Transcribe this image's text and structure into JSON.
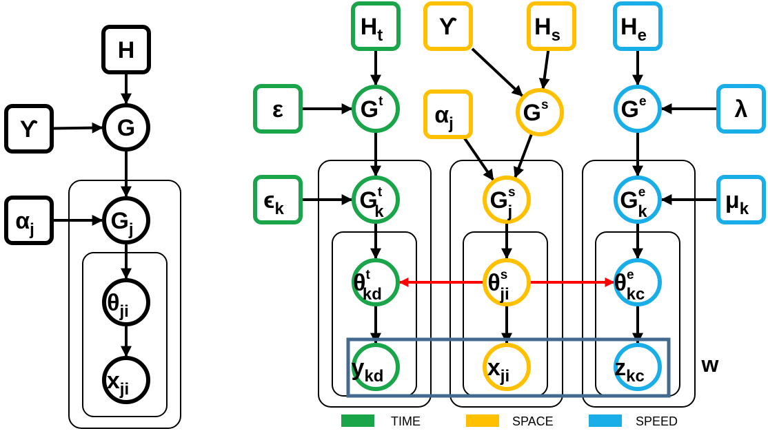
{
  "colors": {
    "time": "#1aa54a",
    "space": "#ffc000",
    "speed": "#1aaee8",
    "black": "#000000",
    "arrow_red": "#ff0000",
    "highlight_box": "#44698f"
  },
  "left_model": {
    "H": {
      "base": "H"
    },
    "gamma": {
      "base": "ϒ"
    },
    "G": {
      "base": "G"
    },
    "alpha_j": {
      "base": "α",
      "sub": "j"
    },
    "G_j": {
      "base": "G",
      "sub": "j"
    },
    "theta_ji": {
      "base": "θ",
      "sub": "ji"
    },
    "x_ji": {
      "base": "x",
      "sub": "ji"
    }
  },
  "right_model": {
    "H_t": {
      "base": "H",
      "sub": "t"
    },
    "gamma": {
      "base": "ϒ"
    },
    "H_s": {
      "base": "H",
      "sub": "s"
    },
    "H_e": {
      "base": "H",
      "sub": "e"
    },
    "epsilon": {
      "base": "ε"
    },
    "G_t": {
      "base": "G",
      "sup": "t"
    },
    "alpha_j": {
      "base": "α",
      "sub": "j"
    },
    "G_s": {
      "base": "G",
      "sup": "s"
    },
    "G_e": {
      "base": "G",
      "sup": "e"
    },
    "lambda": {
      "base": "λ"
    },
    "epsilon_k": {
      "base": "ϵ",
      "sub": "k"
    },
    "G_t_k": {
      "base": "G",
      "sup": "t",
      "sub": "k"
    },
    "G_s_j": {
      "base": "G",
      "sup": "s",
      "sub": "j"
    },
    "G_e_k": {
      "base": "G",
      "sup": "e",
      "sub": "k"
    },
    "mu_k": {
      "base": "μ",
      "sub": "k"
    },
    "theta_t_kd": {
      "base": "θ",
      "sup": "t",
      "sub": "kd"
    },
    "theta_s_ji": {
      "base": "θ",
      "sup": "s",
      "sub": "ji"
    },
    "theta_e_kc": {
      "base": "θ",
      "sup": "e",
      "sub": "kc"
    },
    "y_kd": {
      "base": "y",
      "sub": "kd"
    },
    "x_ji": {
      "base": "x",
      "sub": "ji"
    },
    "z_kc": {
      "base": "z",
      "sub": "kc"
    },
    "w_label": "w"
  },
  "legend": {
    "time": "TIME",
    "space": "SPACE",
    "speed": "SPEED"
  }
}
